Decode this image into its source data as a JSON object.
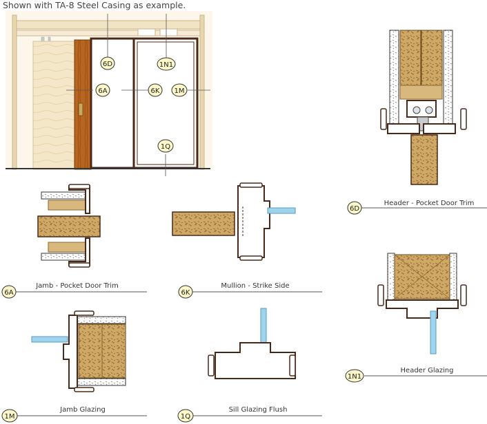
{
  "caption": "Shown with TA-8 Steel Casing as example.",
  "overview": {
    "bubbles": [
      "6D",
      "1N1",
      "6A",
      "6K",
      "1M",
      "1Q"
    ]
  },
  "details": [
    {
      "code": "6A",
      "title": "Jamb - Pocket Door Trim"
    },
    {
      "code": "6K",
      "title": "Mullion - Strike Side"
    },
    {
      "code": "6D",
      "title": "Header - Pocket Door Trim"
    },
    {
      "code": "1N1",
      "title": "Header Glazing"
    },
    {
      "code": "1M",
      "title": "Jamb Glazing"
    },
    {
      "code": "1Q",
      "title": "Sill Glazing Flush"
    }
  ],
  "colors": {
    "frame": "#4a2818",
    "wood": "#d8b87c",
    "particle": "#c8a060",
    "glass": "#9fd4ee",
    "bubble": "#fbf7c8",
    "door": "#b8651f",
    "wall": "#f3e3c2"
  }
}
